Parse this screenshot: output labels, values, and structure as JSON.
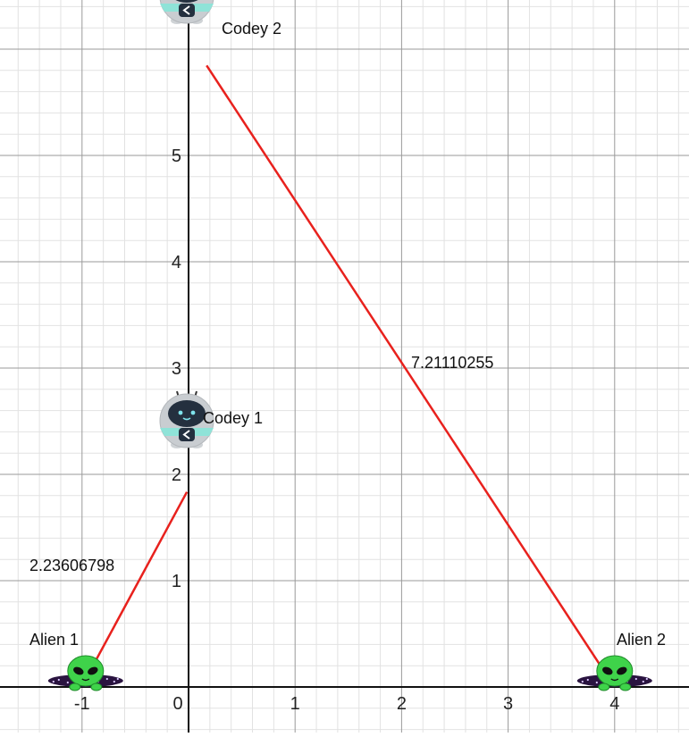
{
  "chart_data": {
    "type": "scatter",
    "xlim": [
      -1.75,
      4.7
    ],
    "ylim": [
      -0.4,
      6.4
    ],
    "grid": true,
    "x_ticks": [
      "-1",
      "0",
      "1",
      "2",
      "3",
      "4"
    ],
    "y_ticks": [
      "1",
      "2",
      "3",
      "4",
      "5"
    ],
    "points": [
      {
        "name": "Alien 1",
        "x": -1,
        "y": 0,
        "kind": "alien"
      },
      {
        "name": "Codey 1",
        "x": 0,
        "y": 2,
        "kind": "robot"
      },
      {
        "name": "Codey 2",
        "x": 0,
        "y": 6,
        "kind": "robot"
      },
      {
        "name": "Alien 2",
        "x": 4,
        "y": 0,
        "kind": "alien"
      }
    ],
    "segments": [
      {
        "from": "Alien 1",
        "to": "Codey 1",
        "label": "2.23606798",
        "color": "#e8211d"
      },
      {
        "from": "Codey 2",
        "to": "Alien 2",
        "label": "7.21110255",
        "color": "#e8211d"
      }
    ]
  }
}
